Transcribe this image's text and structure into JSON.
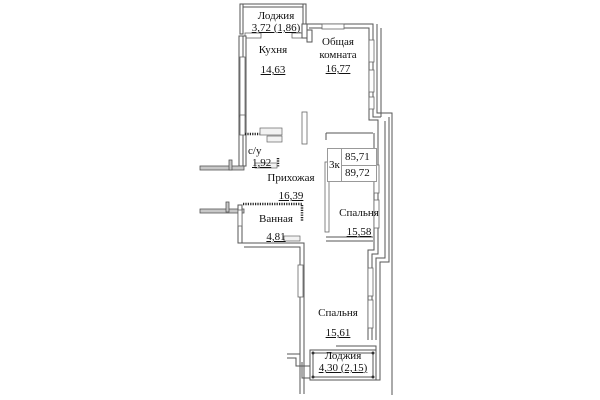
{
  "plan": {
    "apartment_type": "3к",
    "area_total": "85,71",
    "area_with_loggias": "89,72",
    "rooms": [
      {
        "name": "Лоджия",
        "area": "3,72 (1,86)"
      },
      {
        "name": "Кухня",
        "area": "14,63"
      },
      {
        "name": "Общая комната",
        "name_line1": "Общая",
        "name_line2": "комната",
        "area": "16,77"
      },
      {
        "name": "с/у",
        "area": "1,92"
      },
      {
        "name": "Прихожая",
        "area": "16,39"
      },
      {
        "name": "Спальня",
        "area": "15,58"
      },
      {
        "name": "Ванная",
        "area": "4,81"
      },
      {
        "name": "Спальня",
        "area": "15,61"
      },
      {
        "name": "Лоджия",
        "area": "4,30 (2,15)"
      }
    ]
  },
  "colors": {
    "wall_stroke": "#555555",
    "background": "#ffffff",
    "text": "#111111"
  }
}
